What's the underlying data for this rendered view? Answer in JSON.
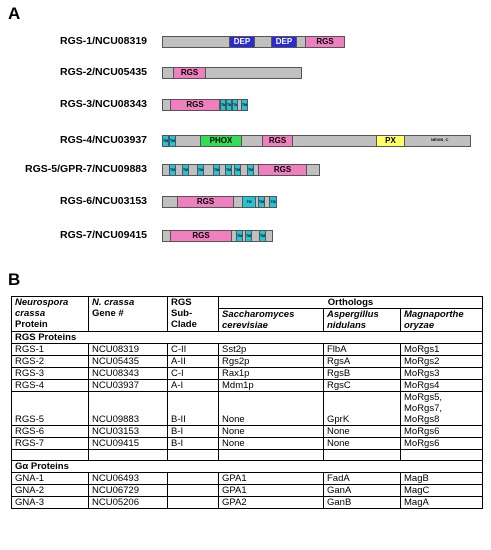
{
  "panel_a": {
    "letter": "A",
    "proteins": [
      {
        "label": "RGS-1/NCU08319",
        "domains": [
          {
            "type": "DEP",
            "text": "DEP",
            "color": "#2b2bd6"
          },
          {
            "type": "DEP",
            "text": "DEP",
            "color": "#2b2bd6"
          },
          {
            "type": "RGS",
            "text": "RGS",
            "color": "#ef7fbf"
          }
        ]
      },
      {
        "label": "RGS-2/NCU05435",
        "domains": [
          {
            "type": "RGS",
            "text": "RGS",
            "color": "#ef7fbf"
          }
        ]
      },
      {
        "label": "RGS-3/NCU08343",
        "domains": [
          {
            "type": "RGS",
            "text": "RGS",
            "color": "#ef7fbf"
          },
          {
            "type": "TM",
            "text": "TM",
            "color": "#22c5d8"
          },
          {
            "type": "TM",
            "text": "TM",
            "color": "#22c5d8"
          },
          {
            "type": "TM",
            "text": "TM",
            "color": "#22c5d8"
          },
          {
            "type": "TM",
            "text": "TM",
            "color": "#22c5d8"
          }
        ]
      },
      {
        "label": "RGS-4/NCU03937",
        "domains": [
          {
            "type": "TM",
            "text": "TM",
            "color": "#22c5d8"
          },
          {
            "type": "TM",
            "text": "TM",
            "color": "#22c5d8"
          },
          {
            "type": "PHOX",
            "text": "PHOX",
            "color": "#33dd55"
          },
          {
            "type": "RGS",
            "text": "RGS",
            "color": "#ef7fbf"
          },
          {
            "type": "PX",
            "text": "PX",
            "color": "#ffff66"
          },
          {
            "type": "NEXIN_C",
            "text": "NEXIN_C",
            "color": "#ffffff"
          }
        ]
      },
      {
        "label": "RGS-5/GPR-7/NCU09883",
        "domains": [
          {
            "type": "TM",
            "text": "TM",
            "color": "#22c5d8"
          },
          {
            "type": "TM",
            "text": "TM",
            "color": "#22c5d8"
          },
          {
            "type": "TM",
            "text": "TM",
            "color": "#22c5d8"
          },
          {
            "type": "TM",
            "text": "TM",
            "color": "#22c5d8"
          },
          {
            "type": "TM",
            "text": "TM",
            "color": "#22c5d8"
          },
          {
            "type": "TM",
            "text": "TM",
            "color": "#22c5d8"
          },
          {
            "type": "TM",
            "text": "TM",
            "color": "#22c5d8"
          },
          {
            "type": "RGS",
            "text": "RGS",
            "color": "#ef7fbf"
          }
        ]
      },
      {
        "label": "RGS-6/NCU03153",
        "domains": [
          {
            "type": "RGS",
            "text": "RGS",
            "color": "#ef7fbf"
          },
          {
            "type": "TM",
            "text": "TM",
            "color": "#22c5d8"
          },
          {
            "type": "TM",
            "text": "TM",
            "color": "#22c5d8"
          },
          {
            "type": "TM",
            "text": "TM",
            "color": "#22c5d8"
          }
        ]
      },
      {
        "label": "RGS-7/NCU09415",
        "domains": [
          {
            "type": "RGS",
            "text": "RGS",
            "color": "#ef7fbf"
          },
          {
            "type": "TM",
            "text": "TM",
            "color": "#22c5d8"
          },
          {
            "type": "TM",
            "text": "TM",
            "color": "#22c5d8"
          },
          {
            "type": "TM",
            "text": "TM",
            "color": "#22c5d8"
          }
        ]
      }
    ]
  },
  "panel_b": {
    "letter": "B",
    "headers": {
      "col1": [
        "Neurospora",
        "crassa",
        "Protein"
      ],
      "col2": [
        "N. crassa",
        "Gene #"
      ],
      "col3": [
        "RGS",
        "Sub-",
        "Clade"
      ],
      "orthologs": "Orthologs",
      "col4": [
        "Saccharomyces",
        "cerevisiae"
      ],
      "col5": [
        "Aspergillus",
        "nidulans"
      ],
      "col6": [
        "Magnaporthe",
        "oryzae"
      ]
    },
    "rgs_section": "RGS Proteins",
    "rgs_rows": [
      {
        "protein": "RGS-1",
        "gene": "NCU08319",
        "clade": "C-II",
        "sc": "Sst2p",
        "an": "FlbA",
        "mo": [
          "MoRgs1"
        ]
      },
      {
        "protein": "RGS-2",
        "gene": "NCU05435",
        "clade": "A-II",
        "sc": "Rgs2p",
        "an": "RgsA",
        "mo": [
          "MoRgs2"
        ]
      },
      {
        "protein": "RGS-3",
        "gene": "NCU08343",
        "clade": "C-I",
        "sc": "Rax1p",
        "an": "RgsB",
        "mo": [
          "MoRgs3"
        ]
      },
      {
        "protein": "RGS-4",
        "gene": "NCU03937",
        "clade": "A-I",
        "sc": "Mdm1p",
        "an": "RgsC",
        "mo": [
          "MoRgs4"
        ]
      },
      {
        "protein": "RGS-5",
        "gene": "NCU09883",
        "clade": "B-II",
        "sc": "None",
        "an": "GprK",
        "mo": [
          "MoRgs5,",
          "MoRgs7,",
          "MoRgs8"
        ]
      },
      {
        "protein": "RGS-6",
        "gene": "NCU03153",
        "clade": "B-I",
        "sc": "None",
        "an": "None",
        "mo": [
          "MoRgs6"
        ]
      },
      {
        "protein": "RGS-7",
        "gene": "NCU09415",
        "clade": "B-I",
        "sc": "None",
        "an": "None",
        "mo": [
          "MoRgs6"
        ]
      }
    ],
    "galpha_section": "Gα Proteins",
    "galpha_rows": [
      {
        "protein": "GNA-1",
        "gene": "NCU06493",
        "clade": "",
        "sc": "GPA1",
        "an": "FadA",
        "mo": [
          "MagB"
        ]
      },
      {
        "protein": "GNA-2",
        "gene": "NCU06729",
        "clade": "",
        "sc": "GPA1",
        "an": "GanA",
        "mo": [
          "MagC"
        ]
      },
      {
        "protein": "GNA-3",
        "gene": "NCU05206",
        "clade": "",
        "sc": "GPA2",
        "an": "GanB",
        "mo": [
          "MagA"
        ]
      }
    ]
  }
}
